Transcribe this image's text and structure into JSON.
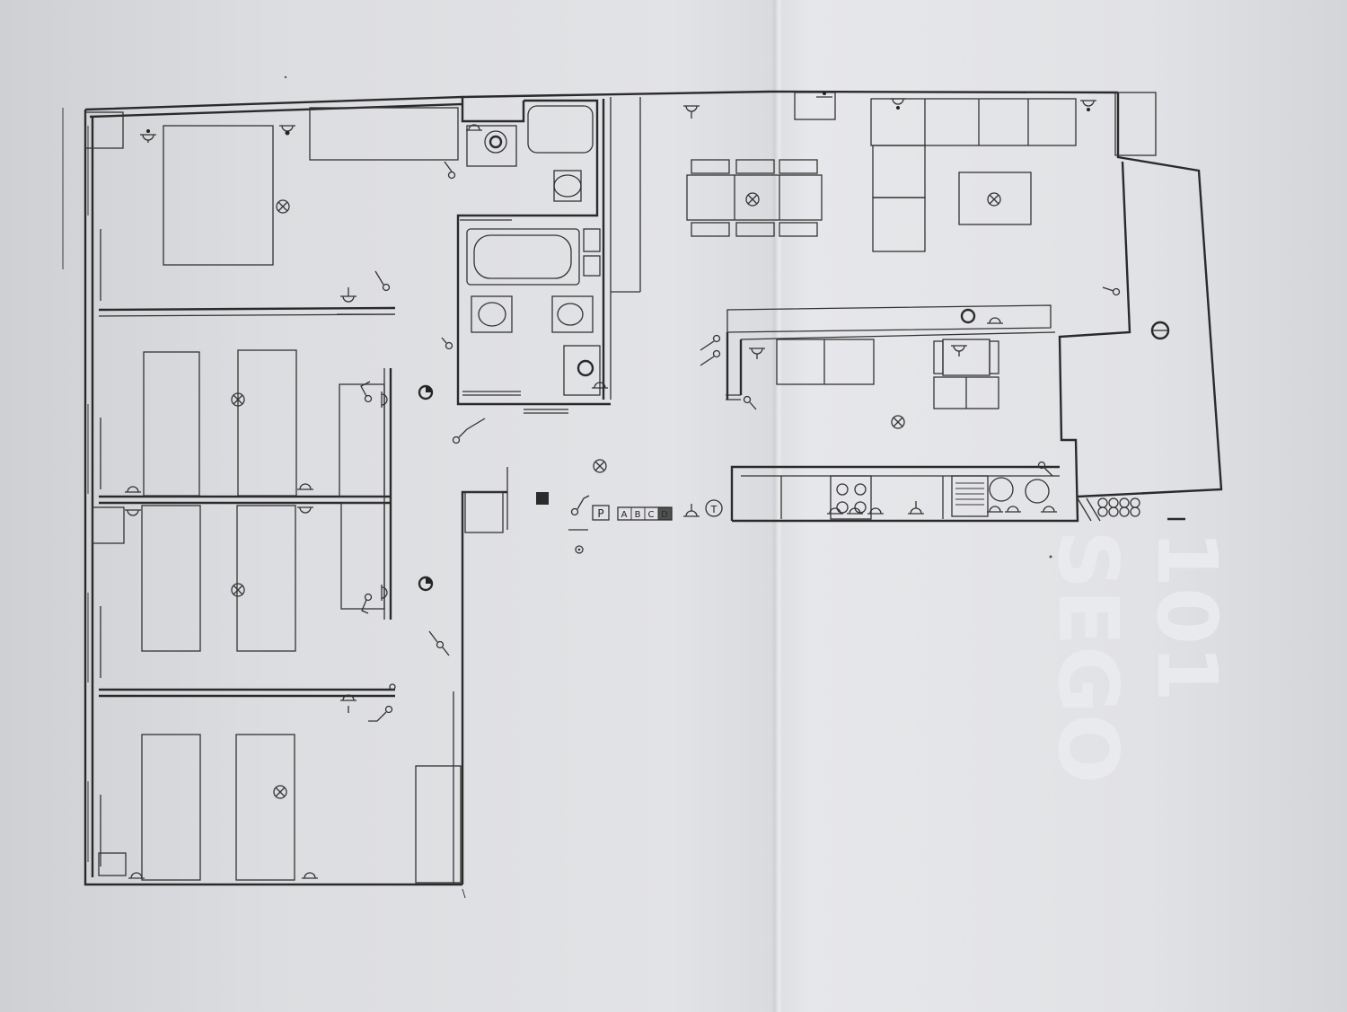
{
  "panel": {
    "ctrl_p": "P",
    "ctrl_a": "A",
    "ctrl_b": "B",
    "ctrl_c": "C",
    "ctrl_d": "D",
    "ctrl_t": "T"
  },
  "colors": {
    "paper": "#e2e3e6",
    "ink": "#2a2a2a"
  }
}
